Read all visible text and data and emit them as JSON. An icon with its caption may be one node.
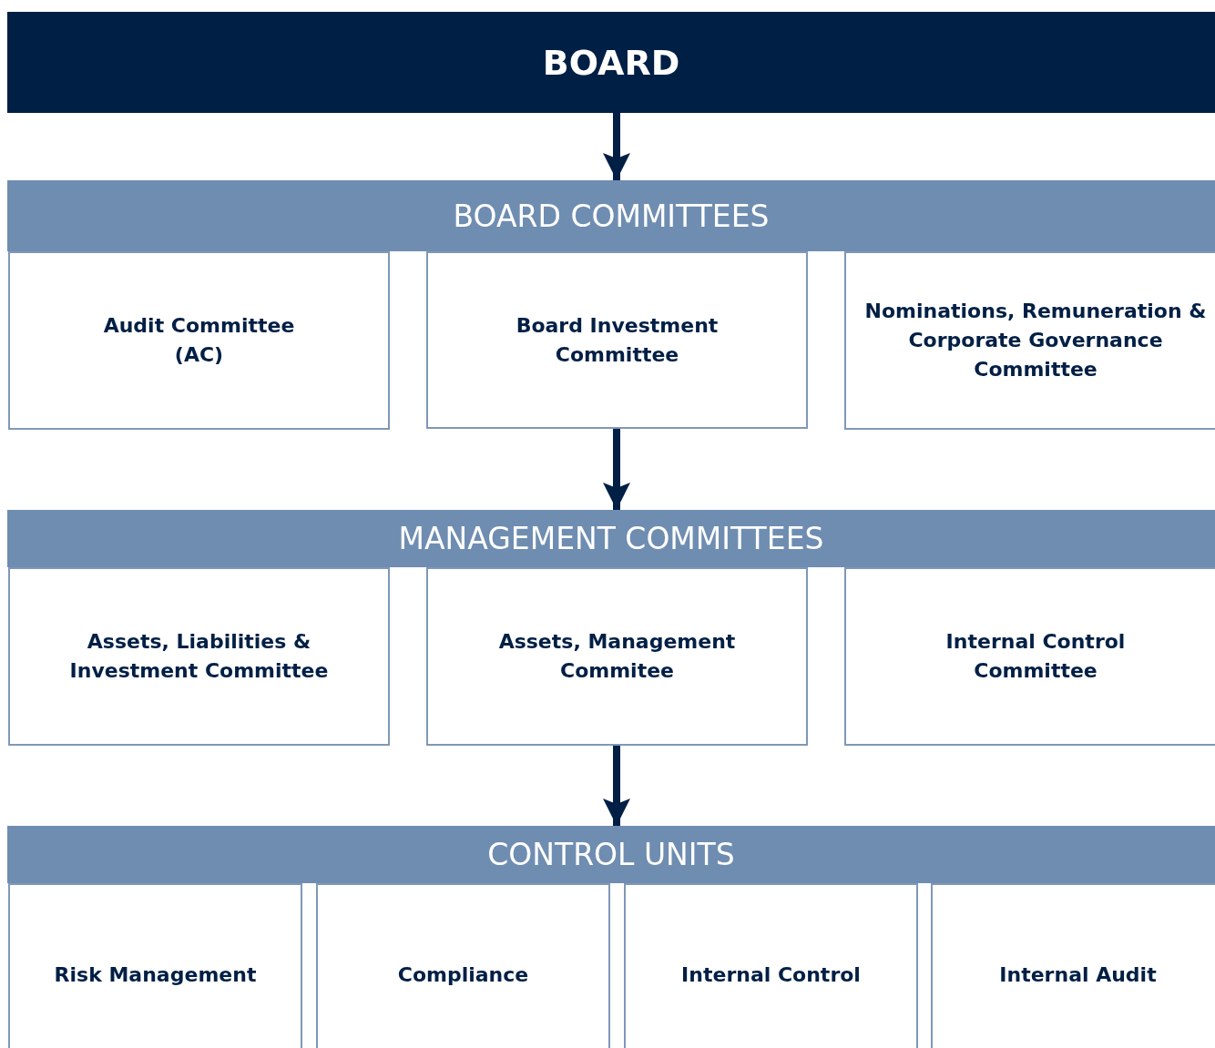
{
  "diagram": {
    "nodes": [
      {
        "text": [
          "BOARD"
        ]
      },
      {
        "text": [
          "BOARD COMMITTEES"
        ]
      },
      {
        "text": [
          "Audit Committee (AC)"
        ]
      },
      {
        "text": [
          "Board Investment Committee"
        ]
      },
      {
        "text": [
          "Nominations, Remuneration & Corporate Governance Committee"
        ]
      },
      {
        "text": [
          "MANAGEMENT COMMITTEES"
        ]
      },
      {
        "text": [
          "Assets, Liabilities & Investment Committee"
        ]
      },
      {
        "text": [
          "Assets, Management Commitee"
        ]
      },
      {
        "text": [
          "Internal Control Committee"
        ]
      },
      {
        "text": [
          "CONTROL UNITS"
        ]
      },
      {
        "text": [
          "Risk Management"
        ]
      },
      {
        "text": [
          "Compliance"
        ]
      },
      {
        "text": [
          "Internal Control"
        ]
      },
      {
        "text": [
          "Internal Audit"
        ]
      }
    ],
    "edges": [
      {
        "from": 0,
        "to": 1,
        "arrow": "to"
      },
      {
        "from": 3,
        "to": 5,
        "arrow": "to"
      },
      {
        "from": 7,
        "to": 9,
        "arrow": "to"
      }
    ]
  }
}
